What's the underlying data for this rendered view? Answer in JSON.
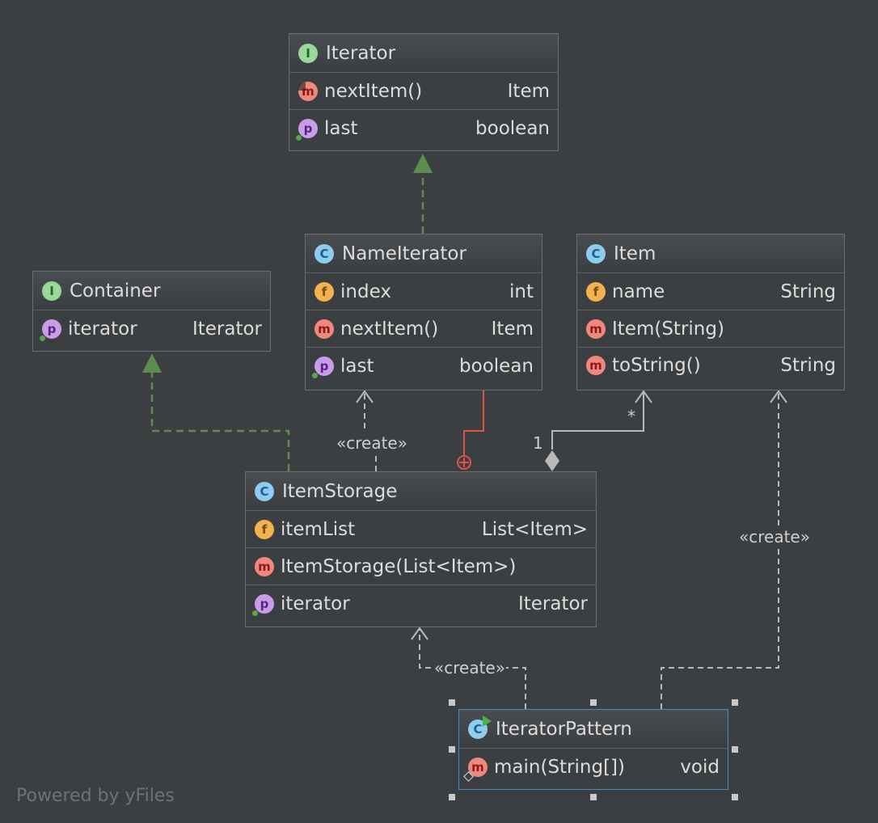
{
  "nodes": {
    "iterator": {
      "title": "Iterator",
      "kind": "I",
      "members": [
        {
          "badge": "m",
          "name": "nextItem()",
          "type": "Item"
        },
        {
          "badge": "p",
          "name": "last",
          "type": "boolean"
        }
      ]
    },
    "nameiterator": {
      "title": "NameIterator",
      "kind": "C",
      "members": [
        {
          "badge": "f",
          "name": "index",
          "type": "int"
        },
        {
          "badge": "m",
          "name": "nextItem()",
          "type": "Item"
        },
        {
          "badge": "p",
          "name": "last",
          "type": "boolean"
        }
      ]
    },
    "item": {
      "title": "Item",
      "kind": "C",
      "members": [
        {
          "badge": "f",
          "name": "name",
          "type": "String"
        },
        {
          "badge": "m",
          "name": "Item(String)",
          "type": ""
        },
        {
          "badge": "m",
          "name": "toString()",
          "type": "String"
        }
      ]
    },
    "container": {
      "title": "Container",
      "kind": "I",
      "members": [
        {
          "badge": "p",
          "name": "iterator",
          "type": "Iterator"
        }
      ]
    },
    "itemstorage": {
      "title": "ItemStorage",
      "kind": "C",
      "members": [
        {
          "badge": "f",
          "name": "itemList",
          "type": "List<Item>"
        },
        {
          "badge": "m",
          "name": "ItemStorage(List<Item>)",
          "type": ""
        },
        {
          "badge": "p",
          "name": "iterator",
          "type": "Iterator"
        }
      ]
    },
    "iteratorpattern": {
      "title": "IteratorPattern",
      "kind": "C",
      "members": [
        {
          "badge": "m",
          "name": "main(String[])",
          "type": "void"
        }
      ]
    }
  },
  "edge_labels": {
    "create_nameiterator": "«create»",
    "create_item": "«create»",
    "create_itemstorage": "«create»",
    "multiplicity_one": "1",
    "multiplicity_many": "*"
  },
  "footer": "Powered by yFiles",
  "colors": {
    "background": "#3c3f41",
    "realization": "#5a8d4e",
    "dependency": "#b9b9b9",
    "inner_class": "#e0524c",
    "selection": "#4a88c7"
  }
}
